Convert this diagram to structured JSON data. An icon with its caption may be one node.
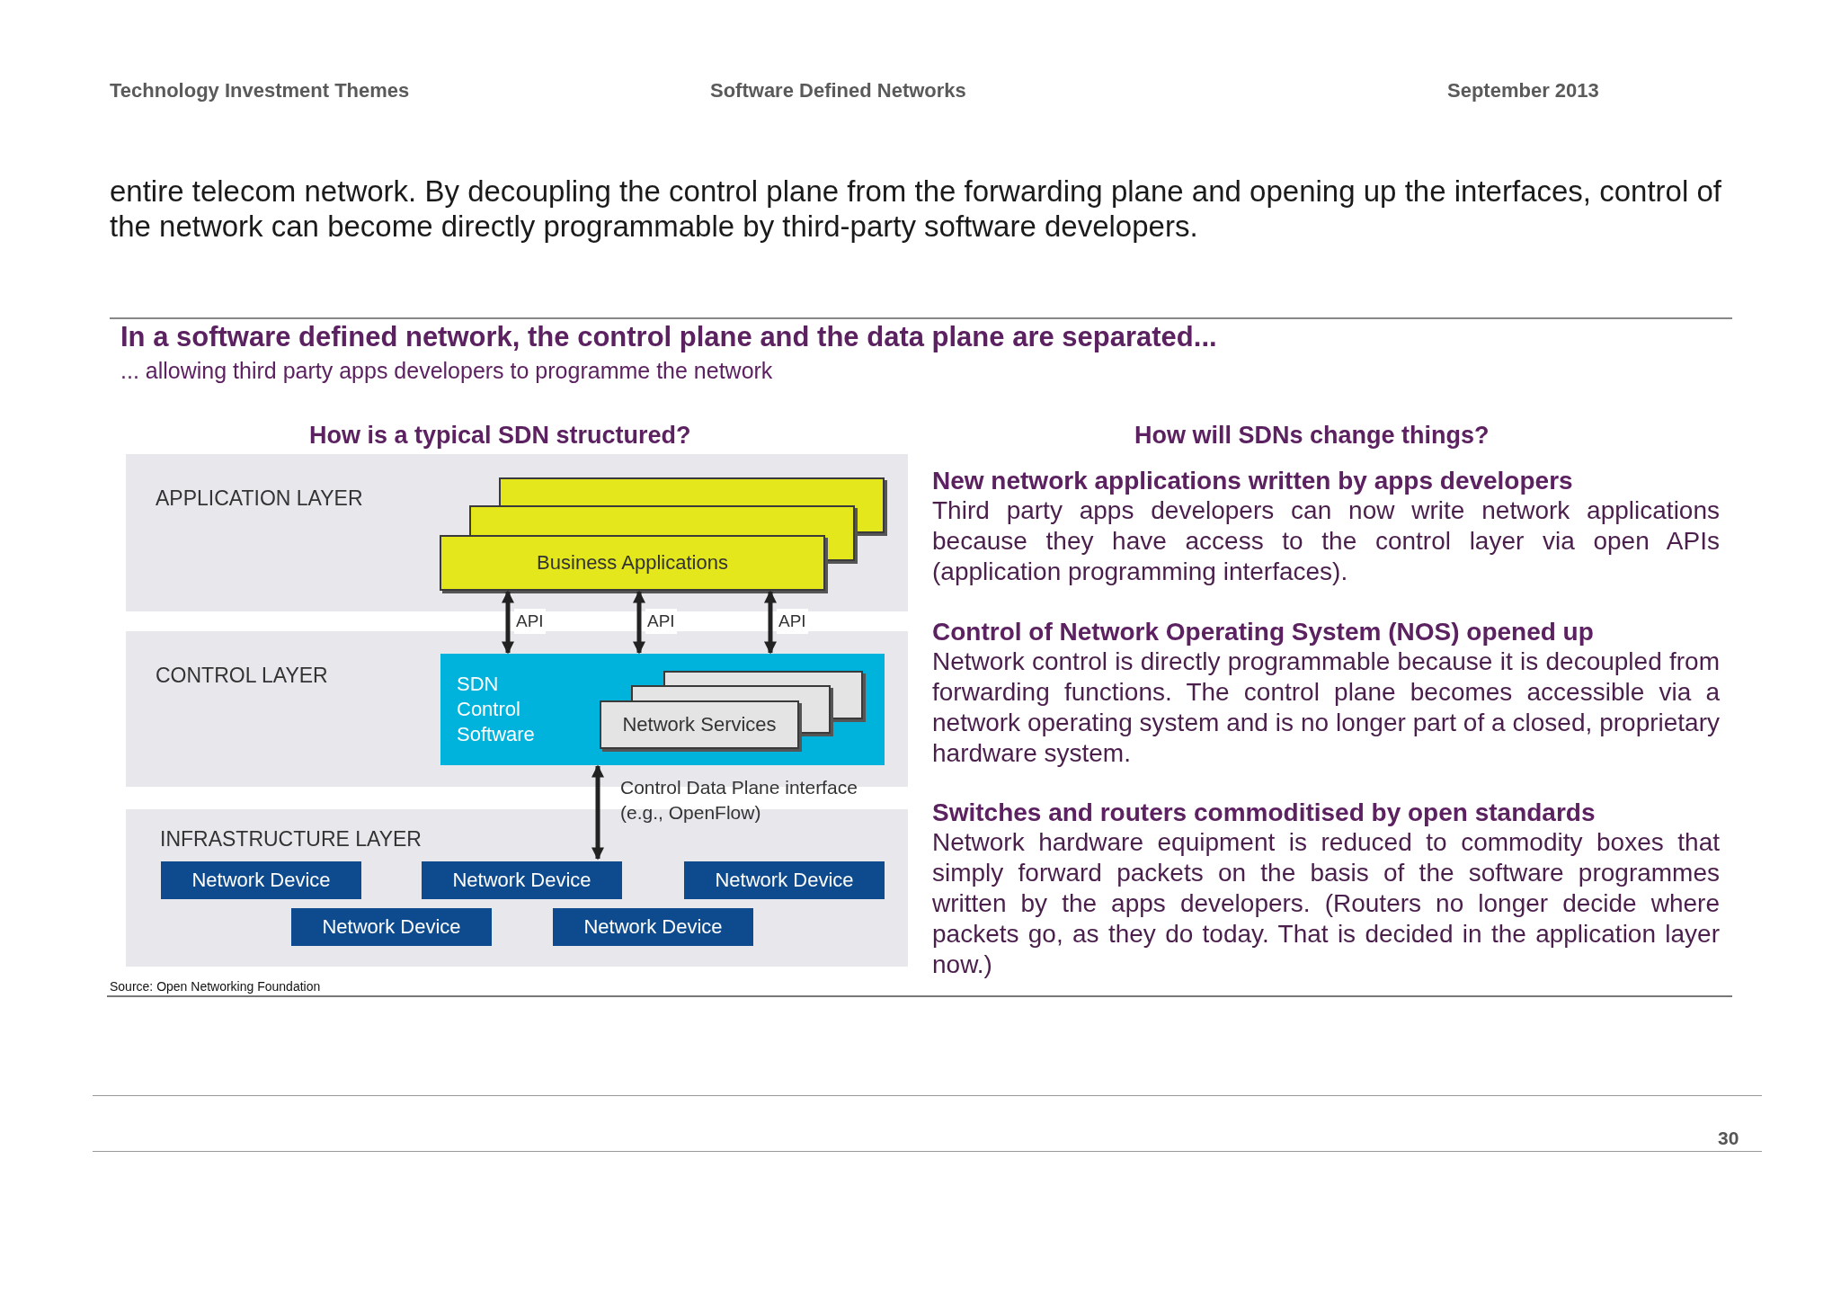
{
  "diagram": {
    "title": "In a software defined network, the control plane and the data plane are separated...",
    "caption": "... allowing third party apps developers to programme the network",
    "nodes": [
      {
        "text": [
          "APPLICATION LAYER"
        ]
      },
      {
        "text": [
          "Business Applications"
        ],
        "in": 0
      },
      {
        "text": [
          "CONTROL LAYER"
        ]
      },
      {
        "text": [
          "SDN Control Software"
        ],
        "in": 2
      },
      {
        "text": [
          "Network Services"
        ],
        "in": 3
      },
      {
        "text": [
          "INFRASTRUCTURE LAYER"
        ]
      },
      {
        "text": [
          "Network Device"
        ],
        "in": 5
      },
      {
        "text": [
          "Network Device"
        ],
        "in": 5
      },
      {
        "text": [
          "Network Device"
        ],
        "in": 5
      },
      {
        "text": [
          "Network Device"
        ],
        "in": 5
      },
      {
        "text": [
          "Network Device"
        ],
        "in": 5
      }
    ],
    "edges": [
      {
        "from": 1,
        "to": 3,
        "arrow": "both",
        "label": "API"
      },
      {
        "from": 1,
        "to": 3,
        "arrow": "both",
        "label": "API"
      },
      {
        "from": 1,
        "to": 3,
        "arrow": "both",
        "label": "API"
      },
      {
        "from": 3,
        "to": 5,
        "arrow": "both",
        "label": "Control Data Plane interface (e.g., OpenFlow)"
      }
    ],
    "labels": [
      "Technology Investment Themes",
      "Software Defined Networks",
      "September 2013",
      "entire telecom network. By decoupling the control plane from the forwarding plane and opening up the interfaces, control of the network can become directly programmable by third-party software developers.",
      "How is a typical SDN structured?",
      "How will SDNs change things?",
      "New network applications written by apps developers",
      "Third party apps developers can now write network applications because they have access to the control layer via open APIs (application programming interfaces).",
      "Control of Network Operating System (NOS) opened up",
      "Network control is directly programmable because it is decoupled from forwarding functions. The control plane becomes accessible via a network operating system and is no longer part of a closed, proprietary hardware system.",
      "Switches and routers commoditised by open standards",
      "Network hardware equipment is reduced to commodity boxes that simply forward packets on the basis of the software programmes written by the apps developers. (Routers no longer decide where packets go, as they do today. That is decided in the application layer now.)",
      "Source: Open Networking Foundation",
      "30"
    ]
  }
}
